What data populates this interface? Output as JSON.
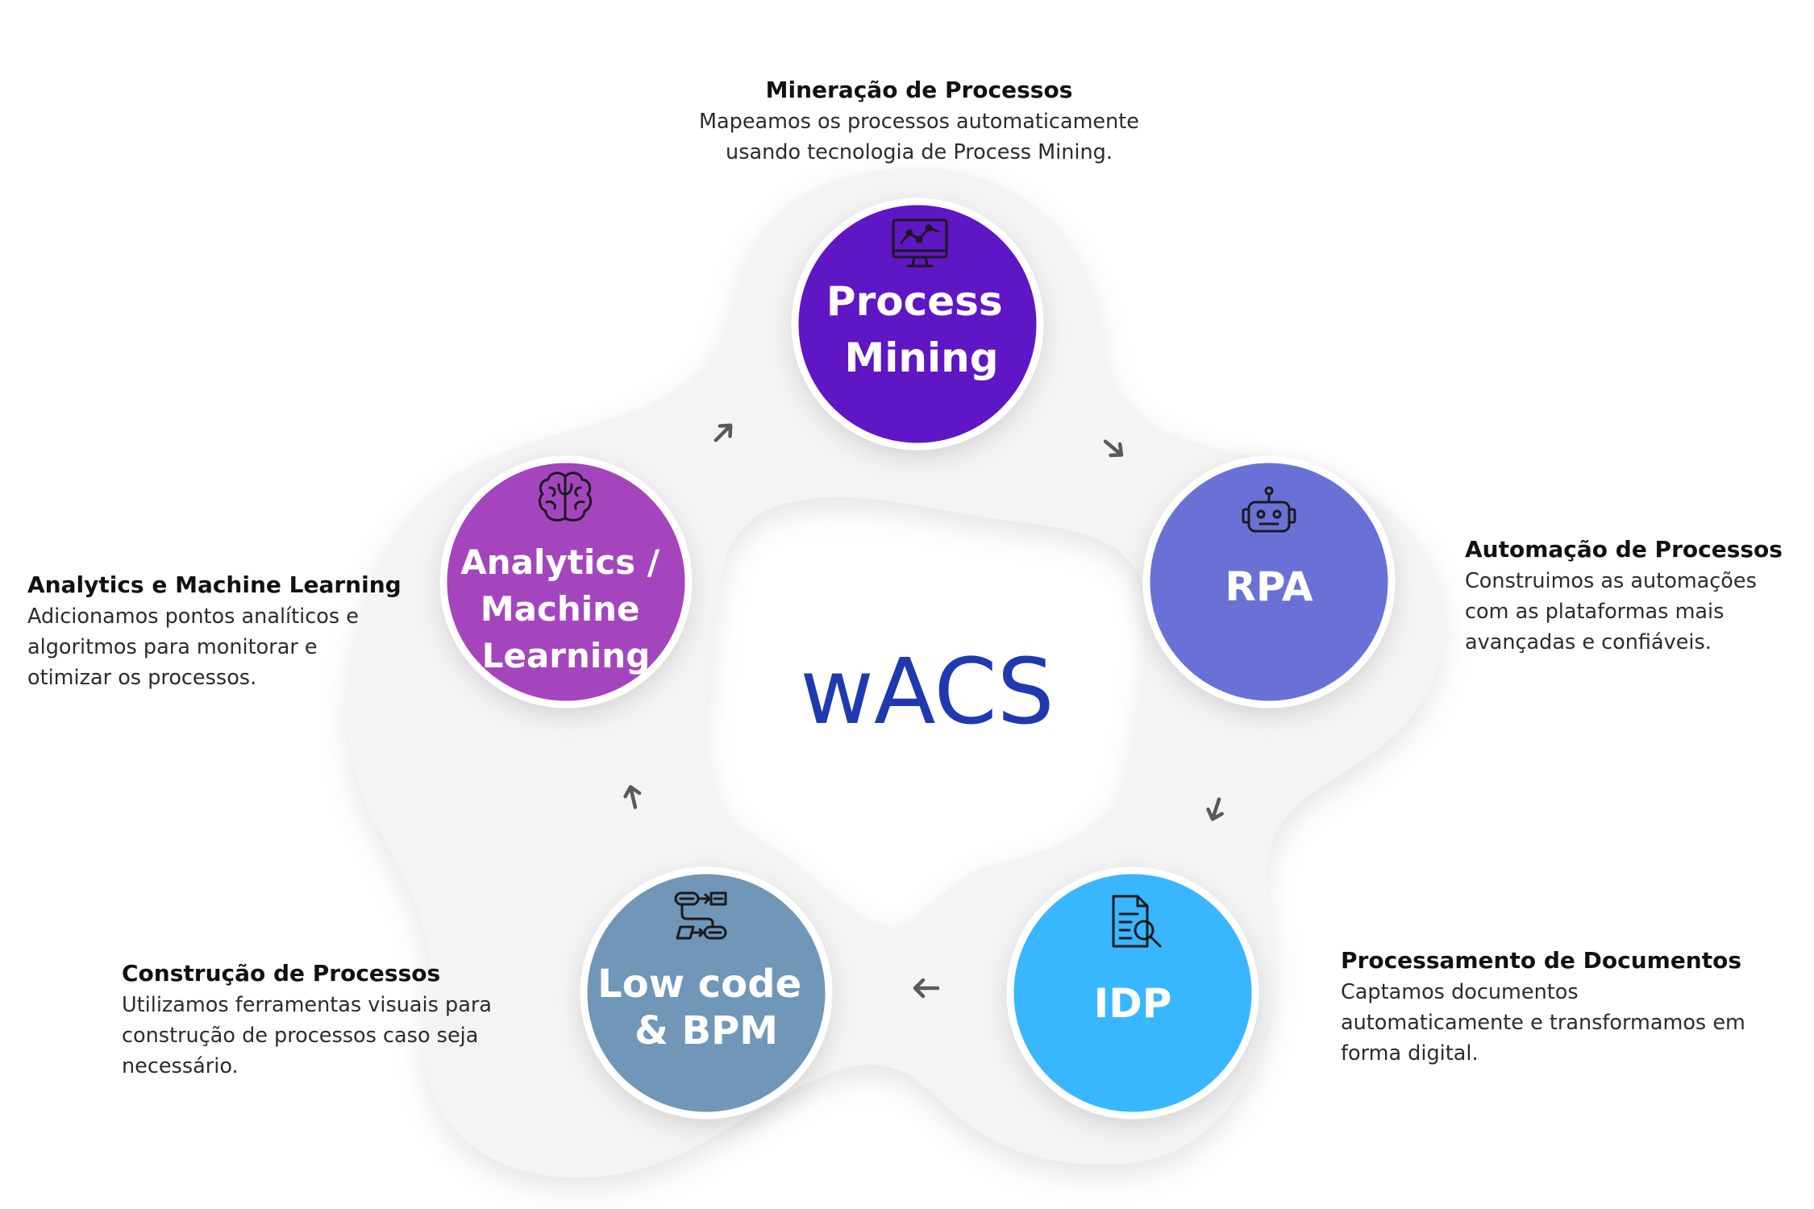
{
  "center": {
    "title": "wACS"
  },
  "nodes": [
    {
      "id": "process-mining",
      "label_lines": [
        "Process",
        "Mining"
      ],
      "color": "#5e17c4",
      "icon": "monitor-chart-icon"
    },
    {
      "id": "rpa",
      "label_lines": [
        "RPA"
      ],
      "color": "#6a71d6",
      "icon": "robot-icon"
    },
    {
      "id": "idp",
      "label_lines": [
        "IDP"
      ],
      "color": "#38b6ff",
      "icon": "document-search-icon"
    },
    {
      "id": "low-code-bpm",
      "label_lines": [
        "Low code",
        "& BPM"
      ],
      "color": "#7096b8",
      "icon": "workflow-icon"
    },
    {
      "id": "analytics-ml",
      "label_lines": [
        "Analytics /",
        "Machine",
        "Learning"
      ],
      "color": "#a444be",
      "icon": "brain-icon"
    }
  ],
  "descriptions": {
    "mineracao": {
      "heading": "Mineração de Processos",
      "lines": [
        "Mapeamos os processos automaticamente",
        "usando tecnologia de Process Mining."
      ]
    },
    "automacao": {
      "heading": "Automação de Processos",
      "lines": [
        "Construimos as automações",
        "com as plataformas mais",
        "avançadas e confiáveis."
      ]
    },
    "documentos": {
      "heading": "Processamento de Documentos",
      "lines": [
        "Captamos documentos",
        "automaticamente e transformamos em",
        "forma digital."
      ]
    },
    "construcao": {
      "heading": "Construção de Processos",
      "lines": [
        "Utilizamos ferramentas visuais para",
        "construção de processos caso seja",
        "necessário."
      ]
    },
    "analytics": {
      "heading": "Analytics e Machine Learning",
      "lines": [
        "Adicionamos pontos analíticos e",
        "algoritmos para monitorar e",
        "otimizar os processos."
      ]
    }
  },
  "colors": {
    "center_title": "#1f39b0",
    "ring": "#f4f4f4",
    "arrows": "#5a5a5a"
  }
}
